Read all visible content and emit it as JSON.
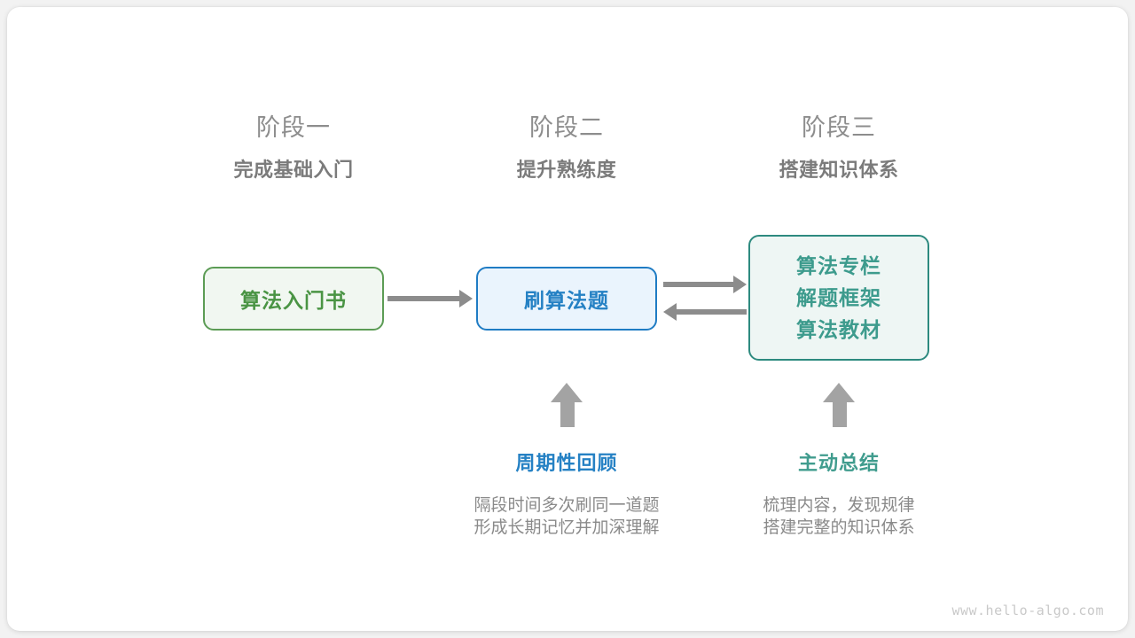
{
  "canvas": {
    "background": "#f2f2f2",
    "card_background": "#ffffff"
  },
  "stages": [
    {
      "number": "阶段一",
      "subtitle": "完成基础入门"
    },
    {
      "number": "阶段二",
      "subtitle": "提升熟练度"
    },
    {
      "number": "阶段三",
      "subtitle": "搭建知识体系"
    }
  ],
  "nodes": [
    {
      "id": "book",
      "lines": [
        "算法入门书"
      ],
      "border_color": "#5c9c55",
      "fill_color": "#f1f7f1",
      "text_color": "#4a9444"
    },
    {
      "id": "practice",
      "lines": [
        "刷算法题"
      ],
      "border_color": "#1f7cc4",
      "fill_color": "#eaf4fd",
      "text_color": "#2581c4"
    },
    {
      "id": "resources",
      "lines": [
        "算法专栏",
        "解题框架",
        "算法教材"
      ],
      "border_color": "#2d8a7f",
      "fill_color": "#eef6f4",
      "text_color": "#3d9b8d"
    }
  ],
  "arrows": {
    "color": "#8c8c8c",
    "up_arrow_color": "#a3a3a3"
  },
  "annotations": [
    {
      "id": "review",
      "title": "周期性回顾",
      "title_color": "#2581c4",
      "body": [
        "隔段时间多次刷同一道题",
        "形成长期记忆并加深理解"
      ]
    },
    {
      "id": "summary",
      "title": "主动总结",
      "title_color": "#409c8e",
      "body": [
        "梳理内容，发现规律",
        "搭建完整的知识体系"
      ]
    }
  ],
  "watermark": "www.hello-algo.com"
}
